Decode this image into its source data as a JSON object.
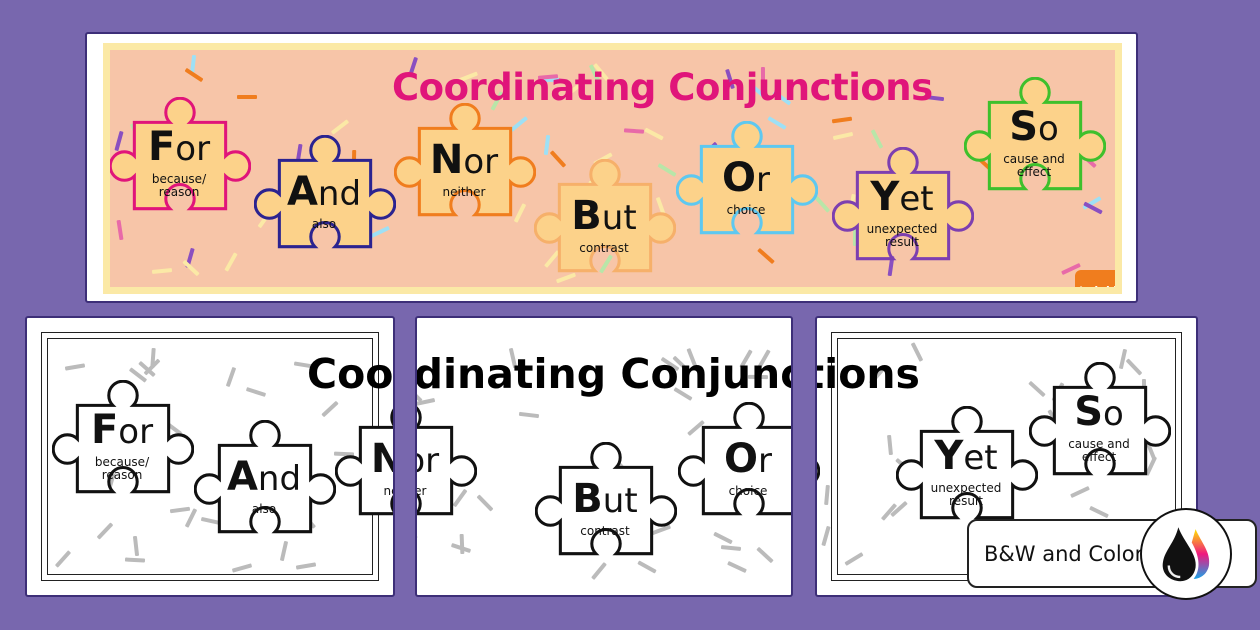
{
  "title": "Coordinating Conjunctions",
  "pieces": [
    {
      "first": "F",
      "rest": "or",
      "sub": "because/ reason",
      "color": "#e0157a"
    },
    {
      "first": "A",
      "rest": "nd",
      "sub": "also",
      "color": "#2b2390"
    },
    {
      "first": "N",
      "rest": "or",
      "sub": "neither",
      "color": "#f07d1e"
    },
    {
      "first": "B",
      "rest": "ut",
      "sub": "contrast",
      "color": "#f6b06a"
    },
    {
      "first": "O",
      "rest": "r",
      "sub": "choice",
      "color": "#5ec8f0"
    },
    {
      "first": "Y",
      "rest": "et",
      "sub": "unexpected result",
      "color": "#7d3fb0"
    },
    {
      "first": "S",
      "rest": "o",
      "sub": "cause and effect",
      "color": "#3ec02c"
    }
  ],
  "logo": "twinkl",
  "badge": {
    "label": "B&W and Color",
    "icon": "ink-drops-icon"
  },
  "colors": {
    "background": "#7867ae",
    "banner": "#f7c5a8",
    "title": "#e0157a",
    "piece_fill": "#fcd28a"
  }
}
